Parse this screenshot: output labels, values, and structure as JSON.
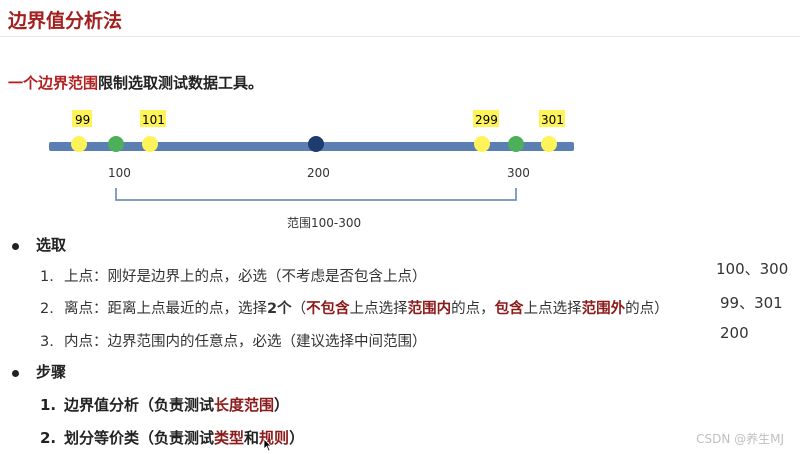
{
  "title": "边界值分析法",
  "intro": {
    "highlight": "一个边界范围",
    "rest": "限制选取测试数据工具。"
  },
  "diagram": {
    "top_labels": [
      "99",
      "101",
      "299",
      "301"
    ],
    "bottom_labels": [
      "100",
      "200",
      "300"
    ],
    "range_caption": "范围100-300",
    "colors": {
      "line": "#5b7fb2",
      "yellow": "#fff35a",
      "green": "#4caf5a",
      "navy": "#1f3c70"
    }
  },
  "sections": {
    "select": {
      "heading": "选取",
      "items": [
        {
          "num": "1.",
          "text": "上点：刚好是边界上的点，必选（不考虑是否包含上点）",
          "side": "100、300"
        },
        {
          "num": "2.",
          "p1": "离点：距离上点最近的点，选择",
          "p2": "2个",
          "p3": "（",
          "p4": "不包含",
          "p5": "上点选择",
          "p6": "范围内",
          "p7": "的点，",
          "p8": "包含",
          "p9": "上点选择",
          "p10": "范围外",
          "p11": "的点）",
          "side": "99、301"
        },
        {
          "num": "3.",
          "text": "内点：边界范围内的任意点，必选（建议选择中间范围）",
          "side": "200"
        }
      ]
    },
    "steps": {
      "heading": "步骤",
      "items": [
        {
          "num": "1.",
          "p1": "边界值分析（负责测试",
          "p2": "长度范围",
          "p3": "）"
        },
        {
          "num": "2.",
          "p1": "划分等价类（负责测试",
          "p2": "类型",
          "p3": "和",
          "p4": "规则",
          "p5": "）"
        }
      ]
    }
  },
  "watermark": "CSDN @养生MJ"
}
